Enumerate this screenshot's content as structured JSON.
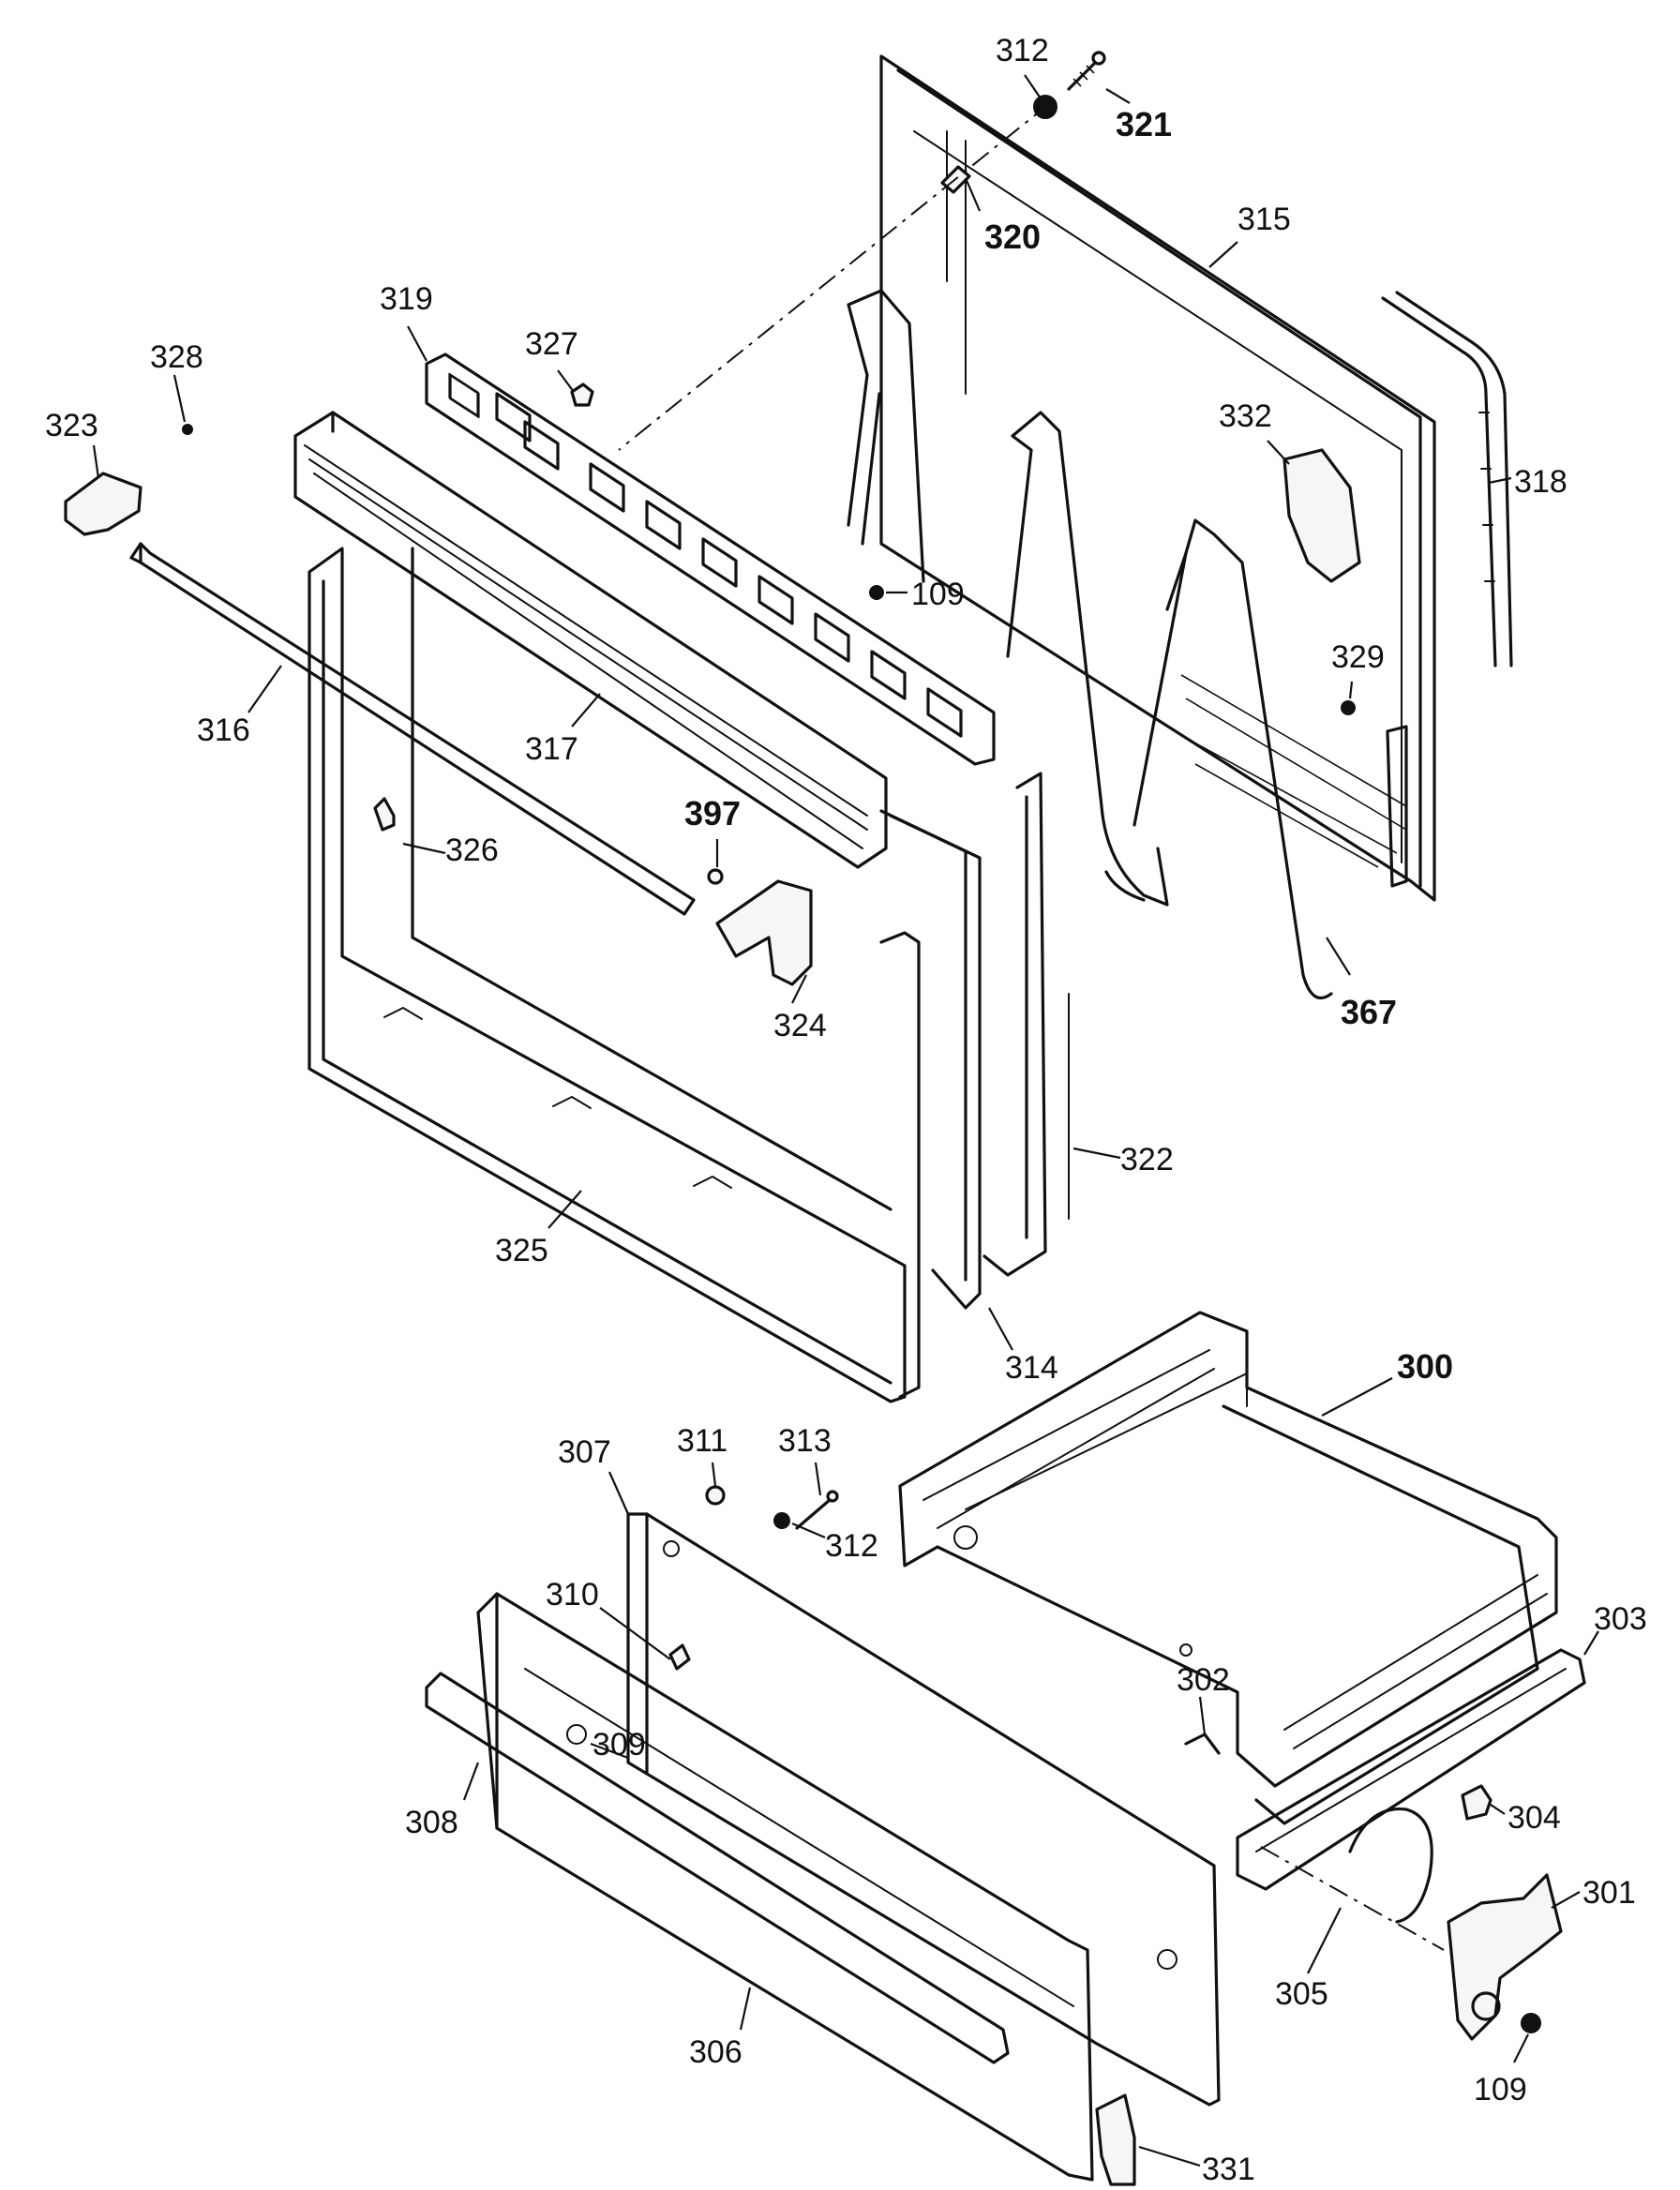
{
  "callouts": {
    "c321": "321",
    "c312a": "312",
    "c320": "320",
    "c315": "315",
    "c318": "318",
    "c319": "319",
    "c327": "327",
    "c328": "328",
    "c323": "323",
    "c332": "332",
    "c109a": "109",
    "c329": "329",
    "c316": "316",
    "c317": "317",
    "c397": "397",
    "c326": "326",
    "c324": "324",
    "c367": "367",
    "c322": "322",
    "c325": "325",
    "c314": "314",
    "c300": "300",
    "c307": "307",
    "c311": "311",
    "c313": "313",
    "c312b": "312",
    "c310": "310",
    "c303": "303",
    "c309": "309",
    "c308": "308",
    "c302": "302",
    "c304": "304",
    "c301": "301",
    "c305": "305",
    "c306": "306",
    "c109b": "109",
    "c331": "331"
  }
}
